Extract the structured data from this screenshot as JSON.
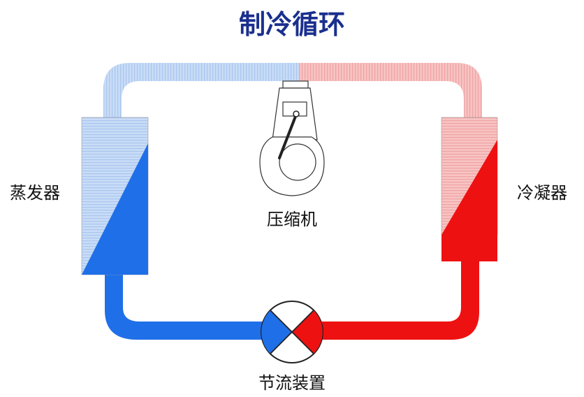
{
  "title": "制冷循环",
  "labels": {
    "evaporator": "蒸发器",
    "condenser": "冷凝器",
    "compressor": "压缩机",
    "expansion_valve": "节流装置"
  },
  "colors": {
    "title": "#1a2f8e",
    "cold_light": "#c9dcf7",
    "cold_stripe": "#a9c6ee",
    "cold_deep": "#1f6fe8",
    "hot_light": "#f8c3c3",
    "hot_stripe": "#eea3a3",
    "hot_deep": "#ee1111",
    "outline": "#333333"
  }
}
